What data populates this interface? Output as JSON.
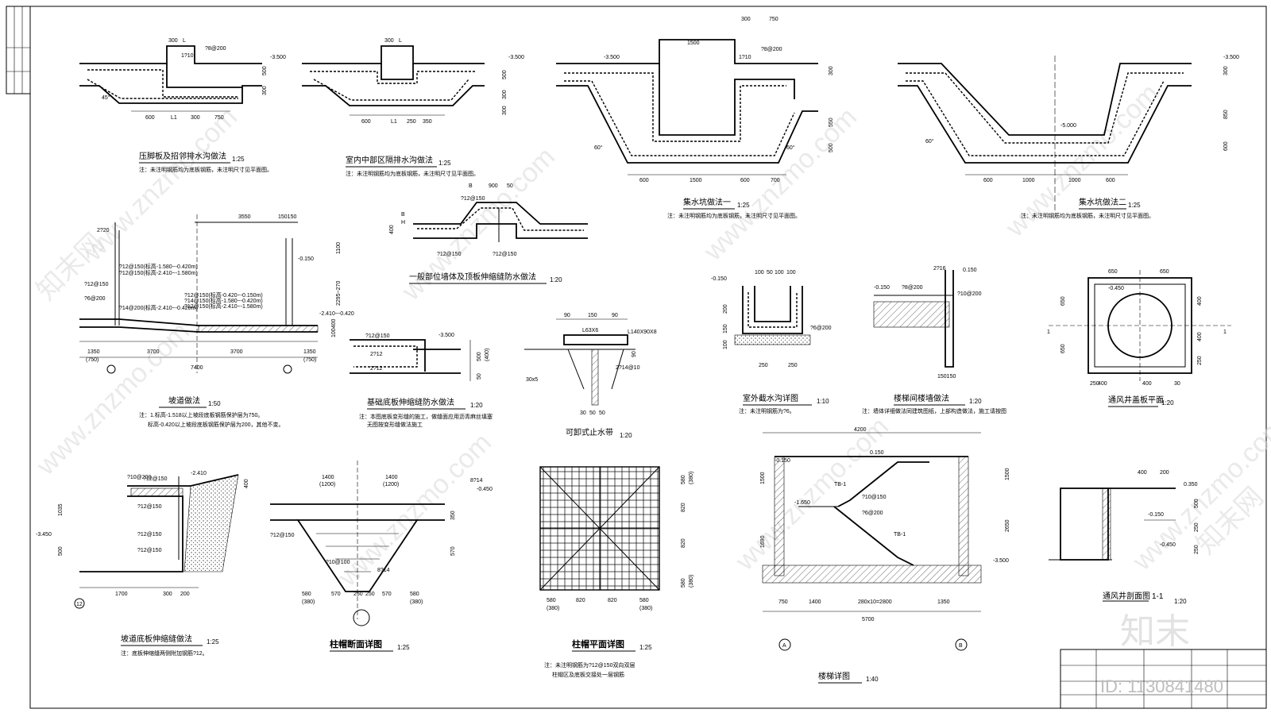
{
  "watermark": {
    "site": "www.znzmo.com",
    "site_cn": "知末网",
    "brand": "知末",
    "id_text": "ID: 1130841480"
  },
  "details": {
    "d1": {
      "title": "压脚板及招邻排水沟做法",
      "scale": "1:25",
      "note": "注：未注明钢筋均为底板钢筋，未注明尺寸见平面图。",
      "dims": [
        "600",
        "L1",
        "300",
        "750",
        "300",
        "L",
        "500",
        "300",
        "45°"
      ],
      "marks": [
        "?8@200",
        "1?10",
        "-3.500"
      ]
    },
    "d2": {
      "title": "室内中部区隔排水沟做法",
      "scale": "1:25",
      "note": "注：未注明钢筋均为底板钢筋，未注明尺寸见平面图。",
      "dims": [
        "600",
        "L1",
        "250",
        "350",
        "300",
        "L",
        "500",
        "300",
        "300"
      ],
      "marks": [
        "-3.500"
      ]
    },
    "d3": {
      "title": "集水坑做法一",
      "scale": "1:25",
      "note": "注：未注明钢筋均为底板钢筋，未注明尺寸见平面图。",
      "dims": [
        "600",
        "1500",
        "600",
        "700",
        "1500",
        "300",
        "750",
        "300",
        "550",
        "500"
      ],
      "marks": [
        "-3.500",
        "?8@200",
        "1?10",
        "60°",
        "60°"
      ]
    },
    "d4": {
      "title": "集水坑做法二",
      "scale": "1:25",
      "note": "注：未注明钢筋均为底板钢筋，未注明尺寸见平面图。",
      "dims": [
        "600",
        "1000",
        "1000",
        "600",
        "300",
        "850",
        "600"
      ],
      "marks": [
        "-3.500",
        "-5.000",
        "60°"
      ]
    },
    "d5": {
      "title": "坡道做法",
      "scale": "1:50",
      "notes": [
        "注：1.标高-1.518以上坡段底板钢筋保护层为750。",
        "标高-0.420以上坡段底板钢筋保护层为200，其他不变。"
      ],
      "dims": [
        "3550",
        "150150",
        "1350",
        "3700",
        "3700",
        "1350",
        "7400",
        "(750)",
        "(750)",
        "1100",
        "2295~270",
        "100400"
      ],
      "marks": [
        "2?20",
        "?12@150(标高-1.580~-0.420m)",
        "?12@150(标高-2.410~-1.580m)",
        "?12@150",
        "?6@200",
        "?12@150(标高-0.420~-0.150m)",
        "?14@150(标高-1.580~-0.420m)",
        "?14@200(标高-2.410~-0.420m)",
        "?12@150(标高-2.410~-1.580m)",
        "-0.150",
        "-2.410~-0.420"
      ]
    },
    "d6": {
      "title": "一般部位墙体及顶板伸缩缝防水做法",
      "scale": "1:20",
      "dims": [
        "B",
        "900",
        "50",
        "400",
        "H",
        "B"
      ],
      "marks": [
        "?12@150",
        "?12@150",
        "?12@150"
      ]
    },
    "d7": {
      "title": "基础底板伸缩缝防水做法",
      "scale": "1:20",
      "note": [
        "注：本图底板变形缝的施工，做缝面应用沥青麻丝填塞",
        "无图按变形缝做法施工"
      ],
      "dims": [
        "500",
        "(400)",
        "50"
      ],
      "marks": [
        "?12@150",
        "2?12",
        "2?12",
        "-3.500"
      ]
    },
    "d8": {
      "title": "可卸式止水带",
      "scale": "1:20",
      "dims": [
        "90",
        "150",
        "90",
        "30",
        "50",
        "50",
        "90"
      ],
      "marks": [
        "L63X6",
        "L140X90X8",
        "30x5",
        "2?14@10"
      ]
    },
    "d9": {
      "title": "室外截水沟详图",
      "scale": "1:10",
      "note": "注：未注明钢筋为?6。",
      "dims": [
        "100",
        "50",
        "100",
        "100",
        "200",
        "150",
        "100",
        "250",
        "250"
      ],
      "marks": [
        "-0.150",
        "?6@200"
      ]
    },
    "d10": {
      "title": "楼梯间楼墙做法",
      "scale": "1:20",
      "note": "注：墙体详细做法同建筑图纸，上部构造做法，施工请按图",
      "dims": [
        "150150"
      ],
      "marks": [
        "2?16",
        "0.150",
        "-0.150",
        "?8@200",
        "?10@200"
      ]
    },
    "d11": {
      "title": "通风井盖板平面",
      "scale": "1:20",
      "dims": [
        "650",
        "650",
        "650",
        "650",
        "400",
        "400",
        "250",
        "400",
        "400",
        "250",
        "30"
      ],
      "marks": [
        "1",
        "1",
        "-0.450"
      ]
    },
    "d12": {
      "title": "坡道底板伸缩缝做法",
      "scale": "1:25",
      "note": "注：底板伸缩缝两侧附加钢筋?12。",
      "dims": [
        "1035",
        "500",
        "1700",
        "300",
        "200",
        "400"
      ],
      "marks": [
        "?10@200",
        "?12@150",
        "?12@150",
        "?12@150",
        "?12@150",
        "-2.410",
        "-3.450",
        "12"
      ]
    },
    "d13": {
      "title": "柱帽断面详图",
      "scale": "1:25",
      "dims": [
        "1400",
        "1400",
        "(1200)",
        "(1200)",
        "580",
        "570",
        "250",
        "250",
        "570",
        "580",
        "(380)",
        "(380)",
        "350",
        "570"
      ],
      "marks": [
        "?12@150",
        "?10@100",
        "8?14",
        "-0.450"
      ]
    },
    "d14": {
      "title": "柱帽平面详图",
      "scale": "1:25",
      "note": [
        "注：未注明钢筋为?12@150双向双层",
        "柱帽区及底板交接处一层钢筋"
      ],
      "dims": [
        "580",
        "820",
        "820",
        "580",
        "(380)",
        "(380)",
        "580",
        "820",
        "820",
        "580",
        "(380)",
        "(380)"
      ],
      "marks": [
        "8?14"
      ]
    },
    "d15": {
      "title": "楼梯详图",
      "scale": "1:40",
      "dims": [
        "4200",
        "750",
        "1400",
        "280x10=2800",
        "1350",
        "5700",
        "1500",
        "1690",
        "2650",
        "1500"
      ],
      "marks": [
        "-0.150",
        "0.150",
        "-1.650",
        "-3.500",
        "TB-1",
        "TB-1",
        "?10@150",
        "?6@200",
        "A",
        "B"
      ]
    },
    "d16": {
      "title": "通风井剖面图",
      "scale": "1:20",
      "section": "1-1",
      "dims": [
        "400",
        "200",
        "500",
        "250",
        "250"
      ],
      "marks": [
        "0.350",
        "-0.150",
        "-0.450"
      ]
    }
  }
}
